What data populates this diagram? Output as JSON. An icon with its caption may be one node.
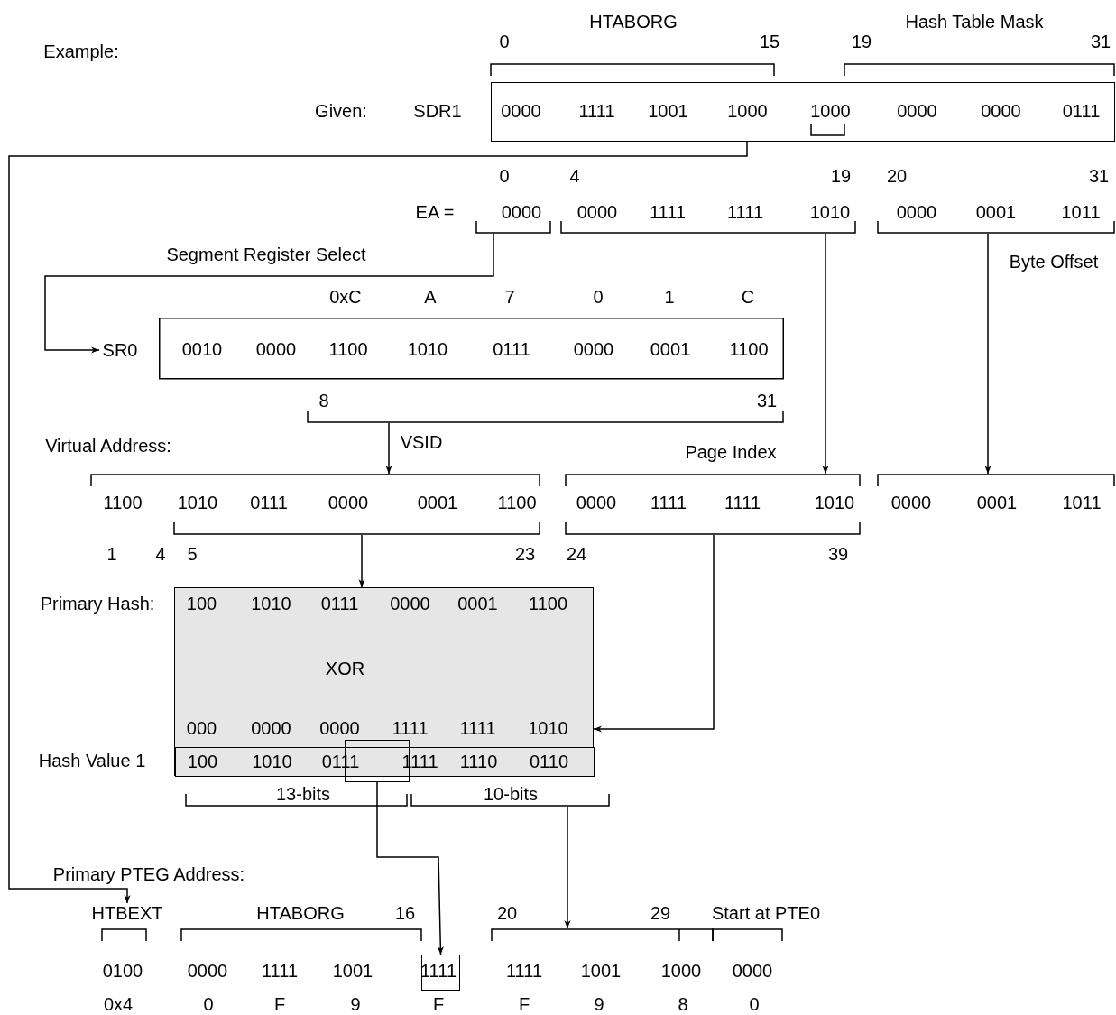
{
  "diagram": {
    "nodes": [
      {
        "text": [
          "0000",
          "1111",
          "1001",
          "1000",
          "1000",
          "0000",
          "0000",
          "0111"
        ]
      },
      {
        "text": [
          "0000"
        ]
      },
      {
        "text": [
          "0000",
          "1111",
          "1111",
          "1010"
        ]
      },
      {
        "text": [
          "0000",
          "0001",
          "1011"
        ]
      },
      {
        "text": [
          "SR0"
        ]
      },
      {
        "text": [
          "0010",
          "0000",
          "1100",
          "1010",
          "0111",
          "0000",
          "0001",
          "1100"
        ]
      },
      {
        "text": [
          "1100",
          "1010",
          "0111",
          "0000",
          "0001",
          "1100"
        ]
      },
      {
        "text": [
          "0000",
          "1111",
          "1111",
          "1010"
        ],
        "beside": [
          "Page Index"
        ]
      },
      {
        "text": [
          "0000",
          "0001",
          "1011"
        ]
      },
      {
        "text": [
          "100",
          "1010",
          "0111",
          "0000",
          "0001",
          "1100",
          "XOR",
          "000",
          "0000",
          "0000",
          "1111",
          "1111",
          "1010"
        ]
      },
      {
        "text": [
          "100",
          "1010",
          "0111",
          "1111",
          "1110",
          "0110"
        ],
        "in": 9
      },
      {
        "text": [],
        "shape": "box"
      },
      {
        "text": [
          "10-bits"
        ]
      },
      {
        "text": [
          "HTBEXT"
        ]
      },
      {
        "text": [],
        "shape": "box"
      },
      {
        "text": [
          "1111",
          "1001",
          "1000"
        ]
      }
    ],
    "edges": [
      {
        "from": 0,
        "to": 13,
        "arrow": "to"
      },
      {
        "from": 1,
        "to": 4,
        "arrow": "to",
        "label": "Segment Register Select"
      },
      {
        "from": 5,
        "to": 6,
        "arrow": "to",
        "label": "VSID"
      },
      {
        "from": 2,
        "to": 7,
        "arrow": "to"
      },
      {
        "from": 3,
        "to": 8,
        "arrow": "to",
        "label": "Byte Offset"
      },
      {
        "from": 6,
        "to": 9,
        "arrow": "to"
      },
      {
        "from": 7,
        "to": 9,
        "arrow": "to"
      },
      {
        "from": 11,
        "to": 14,
        "arrow": "to"
      },
      {
        "from": 12,
        "to": 15,
        "arrow": "to"
      }
    ],
    "labels": [
      "HTABORG",
      "Hash Table Mask",
      "Example:",
      "0",
      "15",
      "19",
      "31",
      "Given:",
      "SDR1",
      "0",
      "4",
      "19",
      "20",
      "31",
      "EA =",
      "0xC",
      "A",
      "7",
      "0",
      "1",
      "C",
      "8",
      "31",
      "Virtual Address:",
      "1",
      "4",
      "5",
      "23",
      "24",
      "39",
      "Primary Hash:",
      "Hash Value 1",
      "13-bits",
      "Primary PTEG Address:",
      "HTABORG",
      "16",
      "20",
      "29",
      "Start at PTE0",
      "0100",
      "0000",
      "1111",
      "1001",
      "1111",
      "0000",
      "0x4",
      "0",
      "F",
      "9",
      "F",
      "F",
      "9",
      "8",
      "0"
    ]
  }
}
